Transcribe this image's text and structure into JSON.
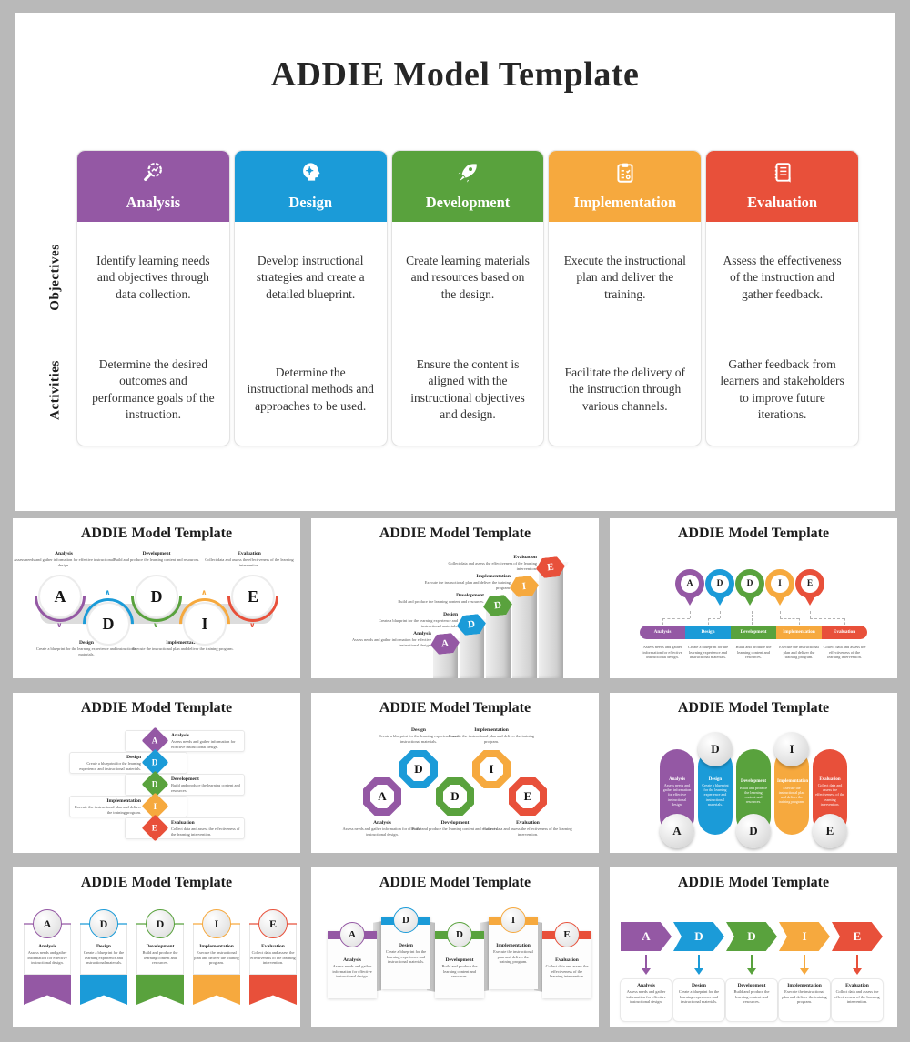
{
  "page": {
    "background": "#b9b9b9"
  },
  "main_slide": {
    "title": "ADDIE Model Template",
    "row_labels": [
      "Objectives",
      "Activities"
    ],
    "columns": [
      {
        "name": "Analysis",
        "color": "#9458a4",
        "icon": "magnifier-chart-icon",
        "objective": "Identify learning needs and objectives through data collection.",
        "activity": "Determine the desired outcomes and performance goals of the instruction."
      },
      {
        "name": "Design",
        "color": "#1b9bd8",
        "icon": "head-gear-icon",
        "objective": "Develop instructional strategies and create a detailed blueprint.",
        "activity": "Determine the instructional methods and approaches to be used."
      },
      {
        "name": "Development",
        "color": "#59a23d",
        "icon": "rocket-icon",
        "objective": "Create learning materials and resources based on the design.",
        "activity": "Ensure the content is aligned with the instructional objectives and design."
      },
      {
        "name": "Implementation",
        "color": "#f6a93e",
        "icon": "clipboard-checklist-icon",
        "objective": "Execute the instructional plan and deliver the training.",
        "activity": "Facilitate the delivery of the instruction through various channels."
      },
      {
        "name": "Evaluation",
        "color": "#e8503a",
        "icon": "report-notes-icon",
        "objective": "Assess the effectiveness of the instruction and gather feedback.",
        "activity": "Gather feedback from learners and stakeholders to improve future iterations."
      }
    ]
  },
  "steps": [
    {
      "letter": "A",
      "name": "Analysis",
      "color": "#9458a4",
      "desc": "Assess needs and gather information for effective instructional design."
    },
    {
      "letter": "D",
      "name": "Design",
      "color": "#1b9bd8",
      "desc": "Create a blueprint for the learning experience and instructional materials."
    },
    {
      "letter": "D",
      "name": "Development",
      "color": "#59a23d",
      "desc": "Build and produce the learning content and resources."
    },
    {
      "letter": "I",
      "name": "Implementation",
      "color": "#f6a93e",
      "desc": "Execute the instructional plan and deliver the training program."
    },
    {
      "letter": "E",
      "name": "Evaluation",
      "color": "#e8503a",
      "desc": "Collect data and assess the effectiveness of the learning intervention."
    }
  ],
  "thumbnails": [
    {
      "title": "ADDIE Model Template",
      "variant": "linked-circles"
    },
    {
      "title": "ADDIE Model Template",
      "variant": "stairs"
    },
    {
      "title": "ADDIE Model Template",
      "variant": "map-pins"
    },
    {
      "title": "ADDIE Model Template",
      "variant": "diamond-list"
    },
    {
      "title": "ADDIE Model Template",
      "variant": "octagons"
    },
    {
      "title": "ADDIE Model Template",
      "variant": "pills"
    },
    {
      "title": "ADDIE Model Template",
      "variant": "banners"
    },
    {
      "title": "ADDIE Model Template",
      "variant": "zigzag-fold"
    },
    {
      "title": "ADDIE Model Template",
      "variant": "arrows"
    }
  ]
}
